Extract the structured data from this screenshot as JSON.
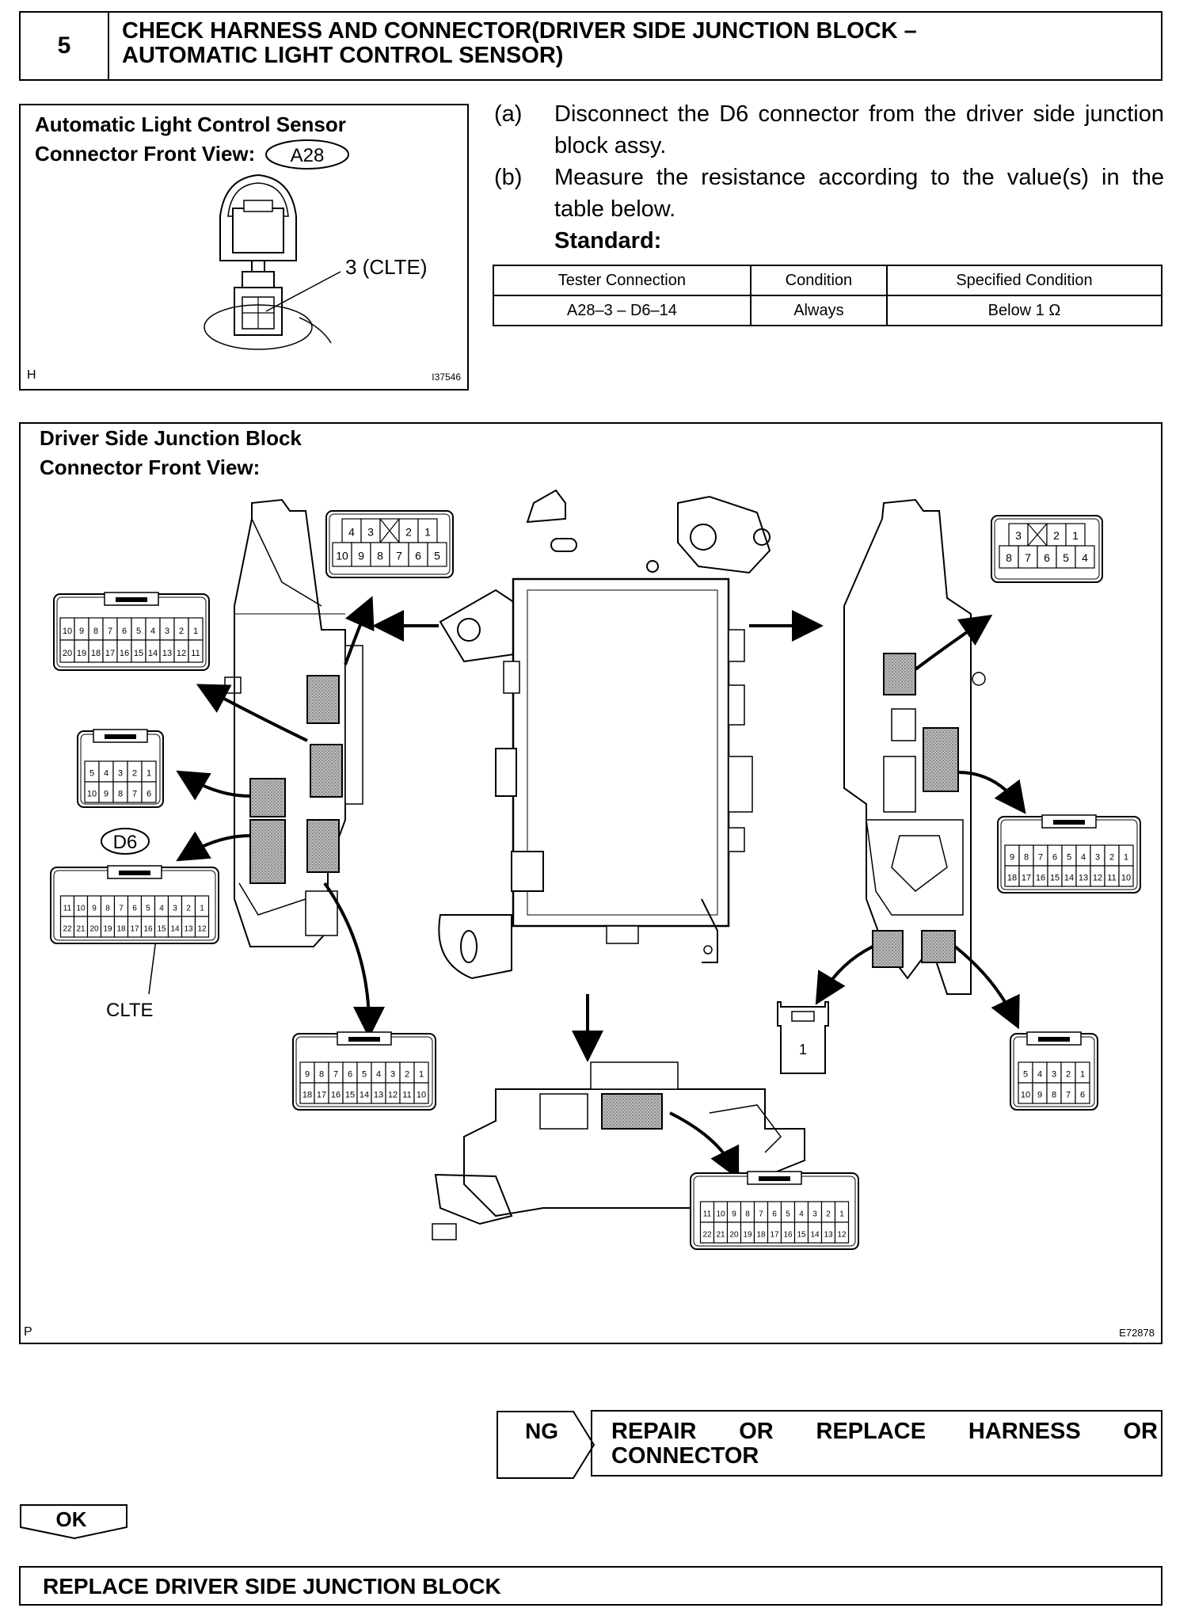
{
  "step": {
    "number": "5",
    "title_line1": "CHECK HARNESS AND CONNECTOR(DRIVER SIDE JUNCTION BLOCK –",
    "title_line2": "AUTOMATIC LIGHT CONTROL SENSOR)"
  },
  "sensor_figure": {
    "title_line1": "Automatic Light Control Sensor",
    "title_line2": "Connector Front View:",
    "connector_id": "A28",
    "terminal_callout": "3 (CLTE)",
    "corner_letter": "H",
    "figure_code": "I37546"
  },
  "instructions": [
    {
      "marker": "(a)",
      "line1": "Disconnect the D6 connector from the driver side junction",
      "line2": "block assy."
    },
    {
      "marker": "(b)",
      "line1": "Measure the resistance according to the value(s) in the",
      "line2": "table below."
    }
  ],
  "standard_label": "Standard:",
  "table": {
    "headers": [
      "Tester Connection",
      "Condition",
      "Specified Condition"
    ],
    "rows": [
      [
        "A28–3 – D6–14",
        "Always",
        "Below 1 Ω"
      ]
    ]
  },
  "junction_figure": {
    "title_line1": "Driver Side Junction Block",
    "title_line2": "Connector Front View:",
    "connector_id": "D6",
    "clte_label": "CLTE",
    "corner_letter": "P",
    "figure_code": "E72878",
    "connectors": {
      "top_left_row1": [
        "4",
        "3",
        "",
        "2",
        "1"
      ],
      "top_left_row2": [
        "10",
        "9",
        "8",
        "7",
        "6",
        "5"
      ],
      "left20_row1": [
        "10",
        "9",
        "8",
        "7",
        "6",
        "5",
        "4",
        "3",
        "2",
        "1"
      ],
      "left20_row2": [
        "20",
        "19",
        "18",
        "17",
        "16",
        "15",
        "14",
        "13",
        "12",
        "11"
      ],
      "left10_row1": [
        "5",
        "4",
        "3",
        "2",
        "1"
      ],
      "left10_row2": [
        "10",
        "9",
        "8",
        "7",
        "6"
      ],
      "d6_row1": [
        "11",
        "10",
        "9",
        "8",
        "7",
        "6",
        "5",
        "4",
        "3",
        "2",
        "1"
      ],
      "d6_row2": [
        "22",
        "21",
        "20",
        "19",
        "18",
        "17",
        "16",
        "15",
        "14",
        "13",
        "12"
      ],
      "left18_row1": [
        "9",
        "8",
        "7",
        "6",
        "5",
        "4",
        "3",
        "2",
        "1"
      ],
      "left18_row2": [
        "18",
        "17",
        "16",
        "15",
        "14",
        "13",
        "12",
        "11",
        "10"
      ],
      "top_right_row1": [
        "3",
        "",
        "2",
        "1"
      ],
      "top_right_row2": [
        "8",
        "7",
        "6",
        "5",
        "4"
      ],
      "right18_row1": [
        "9",
        "8",
        "7",
        "6",
        "5",
        "4",
        "3",
        "2",
        "1"
      ],
      "right18_row2": [
        "18",
        "17",
        "16",
        "15",
        "14",
        "13",
        "12",
        "11",
        "10"
      ],
      "single_pin": "1",
      "right10_row1": [
        "5",
        "4",
        "3",
        "2",
        "1"
      ],
      "right10_row2": [
        "10",
        "9",
        "8",
        "7",
        "6"
      ],
      "bottom22_row1": [
        "11",
        "10",
        "9",
        "8",
        "7",
        "6",
        "5",
        "4",
        "3",
        "2",
        "1"
      ],
      "bottom22_row2": [
        "22",
        "21",
        "20",
        "19",
        "18",
        "17",
        "16",
        "15",
        "14",
        "13",
        "12"
      ]
    }
  },
  "result_ng": {
    "label": "NG",
    "action_line1": "REPAIR  OR  REPLACE  HARNESS  OR",
    "action_line2": "CONNECTOR"
  },
  "result_ok": {
    "label": "OK"
  },
  "final_action": "REPLACE DRIVER SIDE JUNCTION BLOCK"
}
